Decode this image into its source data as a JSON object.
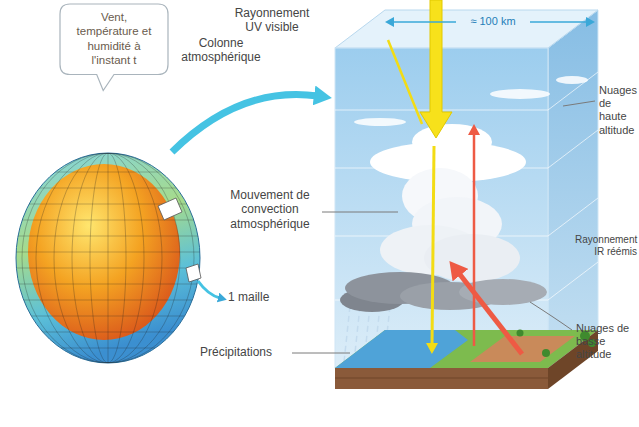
{
  "diagram": {
    "nodes": [
      {
        "text": [
          "Vent, température et humidité à l'instant t"
        ]
      }
    ],
    "labels": [
      "Rayonnement UV visible",
      "≈ 100 km",
      "Colonne atmosphérique",
      "Nuages de haute altitude",
      "Mouvement de convection atmosphérique",
      "Rayonnement IR réémis",
      "1 maille",
      "Précipitations",
      "Nuages de basse altitude"
    ]
  }
}
